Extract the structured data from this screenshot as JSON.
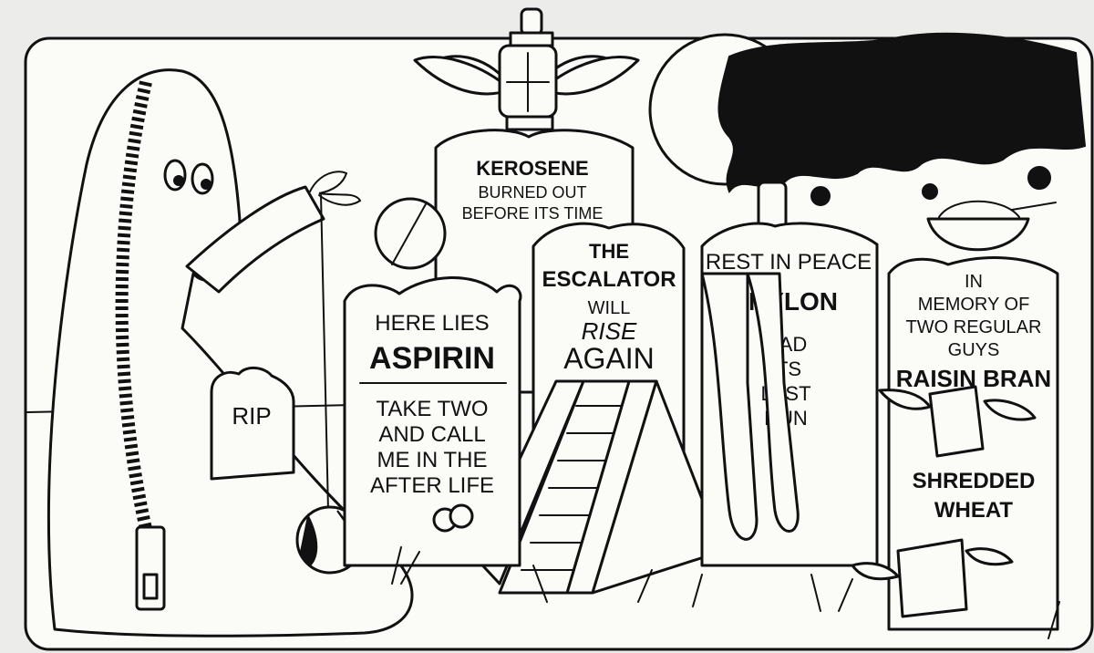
{
  "colors": {
    "ink": "#111111",
    "paper": "#fbfbf8",
    "background": "#ececea"
  },
  "small_stone": {
    "text": "RIP"
  },
  "kerosene": {
    "line1": "KEROSENE",
    "line2": "BURNED OUT",
    "line3": "BEFORE ITS TIME"
  },
  "aspirin": {
    "line1": "HERE LIES",
    "line2": "ASPIRIN",
    "line3": "TAKE TWO",
    "line4": "AND CALL",
    "line5": "ME IN THE",
    "line6": "AFTER LIFE"
  },
  "escalator": {
    "line1": "THE",
    "line2": "ESCALATOR",
    "line3": "WILL",
    "line4": "RISE",
    "line5": "AGAIN"
  },
  "nylon": {
    "line1": "REST IN PEACE",
    "line2": "NYLON",
    "line3": "HAD",
    "line4": "ITS",
    "line5": "LAST",
    "line6": "RUN"
  },
  "cereal": {
    "line1": "IN",
    "line2": "MEMORY OF",
    "line3": "TWO REGULAR",
    "line4": "GUYS",
    "line5": "RAISIN BRAN",
    "line6": "SHREDDED",
    "line7": "WHEAT"
  },
  "icons": {
    "ghost": "zipper-ghost-icon",
    "lantern": "winged-lantern-icon",
    "tree": "tree-foliage-icon",
    "moon": "moon-icon",
    "yoyo": "yoyo-icon",
    "bowl": "cereal-bowl-icon",
    "pills": "pill-icon"
  }
}
